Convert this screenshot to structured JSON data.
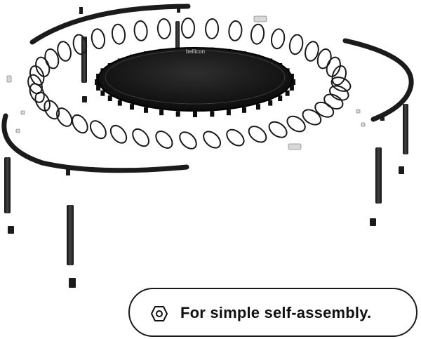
{
  "product": {
    "brand_logo_text": "bellicon",
    "frame_color": "#1b1b1b",
    "mat_color": "#111111",
    "cord_color": "#1a1a1a",
    "cord_count": 40
  },
  "caption": {
    "icon": "hexagon-nut-icon",
    "text": "For simple self-assembly."
  }
}
